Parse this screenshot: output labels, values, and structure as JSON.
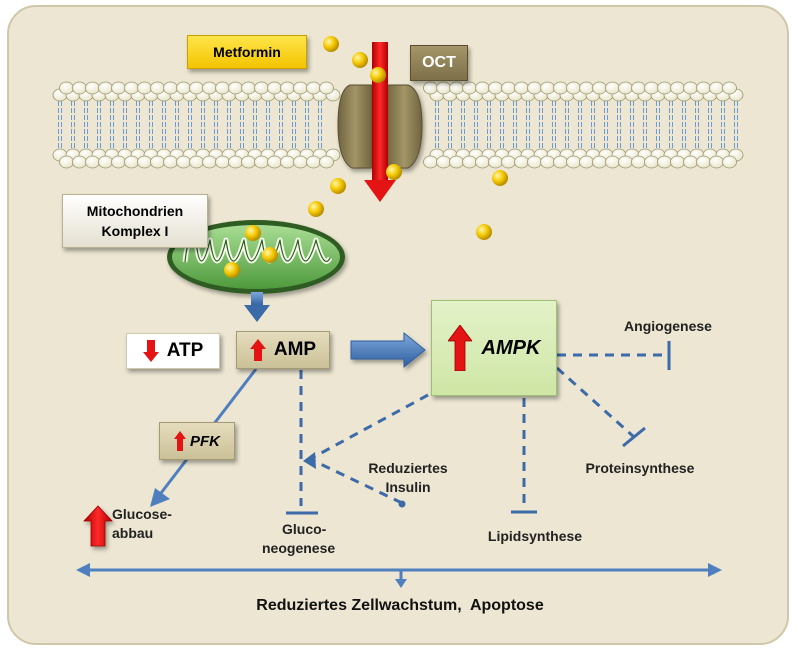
{
  "colors": {
    "panel_bg": "#ece6d2",
    "panel_border": "#c9c1a4",
    "metformin_fill": "#ffd700",
    "oct_fill": "#8c7f55",
    "amp_fill": "#d8cfae",
    "ampk_fill": "#d9ecb6",
    "arrow_blue": "#4f7fbf",
    "inhibit_blue": "#3d6aa8",
    "red_arrow": "#e41414",
    "mito_green": "#7fc46a",
    "molecule_yellow": "#f2c200"
  },
  "icons": [
    "lipid-bilayer-icon",
    "transporter-protein-icon",
    "mitochondrion-icon",
    "metformin-molecule-icon",
    "up-arrow-icon",
    "down-arrow-icon"
  ],
  "labels": {
    "metformin": "Metformin",
    "oct": "OCT",
    "mito": "Mitochondrien Komplex I",
    "mito_line1": "Mitochondrien",
    "mito_line2": "Komplex I",
    "atp": "ATP",
    "amp": "AMP",
    "ampk": "AMPK",
    "pfk": "PFK",
    "angiogenese": "Angiogenese",
    "reduziertes_insulin_1": "Reduziertes",
    "reduziertes_insulin_2": "Insulin",
    "proteinsynthese": "Proteinsynthese",
    "glucoseabbau_1": "Glucose-",
    "glucoseabbau_2": "abbau",
    "gluconeogenese_1": "Gluco-",
    "gluconeogenese_2": "neogenese",
    "lipidsynthese": "Lipidsynthese",
    "bottom": "Reduziertes Zellwachstum,  Apoptose"
  }
}
